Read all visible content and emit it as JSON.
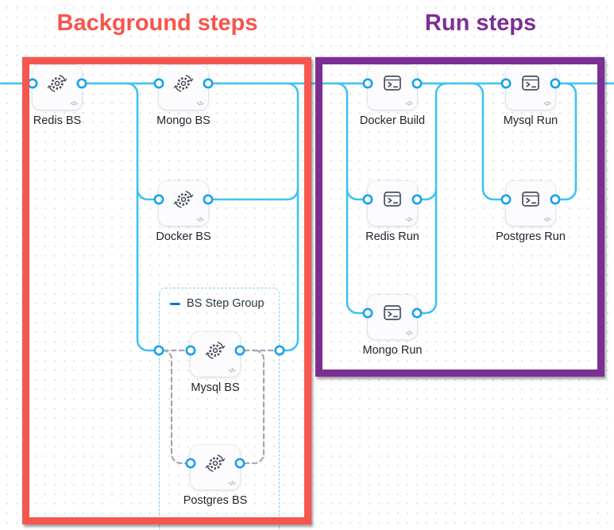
{
  "annotations": {
    "background": {
      "title": "Background steps",
      "color": "#F6564D"
    },
    "run": {
      "title": "Run steps",
      "color": "#7C2F92"
    }
  },
  "step_group": {
    "label": "BS Step Group"
  },
  "icons": {
    "code_badge": "</>",
    "background_step_icon": "gear-sync",
    "run_step_icon": "terminal"
  },
  "nodes": [
    {
      "id": "redis-bs",
      "label": "Redis BS",
      "type": "background"
    },
    {
      "id": "mongo-bs",
      "label": "Mongo BS",
      "type": "background"
    },
    {
      "id": "docker-build",
      "label": "Docker Build",
      "type": "run"
    },
    {
      "id": "mysql-run",
      "label": "Mysql Run",
      "type": "run"
    },
    {
      "id": "docker-bs",
      "label": "Docker BS",
      "type": "background"
    },
    {
      "id": "redis-run",
      "label": "Redis Run",
      "type": "run"
    },
    {
      "id": "postgres-run",
      "label": "Postgres Run",
      "type": "run"
    },
    {
      "id": "mongo-run",
      "label": "Mongo Run",
      "type": "run"
    },
    {
      "id": "mysql-bs",
      "label": "Mysql BS",
      "type": "background"
    },
    {
      "id": "postgres-bs",
      "label": "Postgres BS",
      "type": "background"
    }
  ],
  "colors": {
    "connector_line": "#3FC2F2",
    "pin_border": "#18A2EA",
    "dashed_line": "#A6A6B4",
    "group_border": "#7ED0F5",
    "node_icon": "#474C5B",
    "label_text": "#23262E"
  }
}
